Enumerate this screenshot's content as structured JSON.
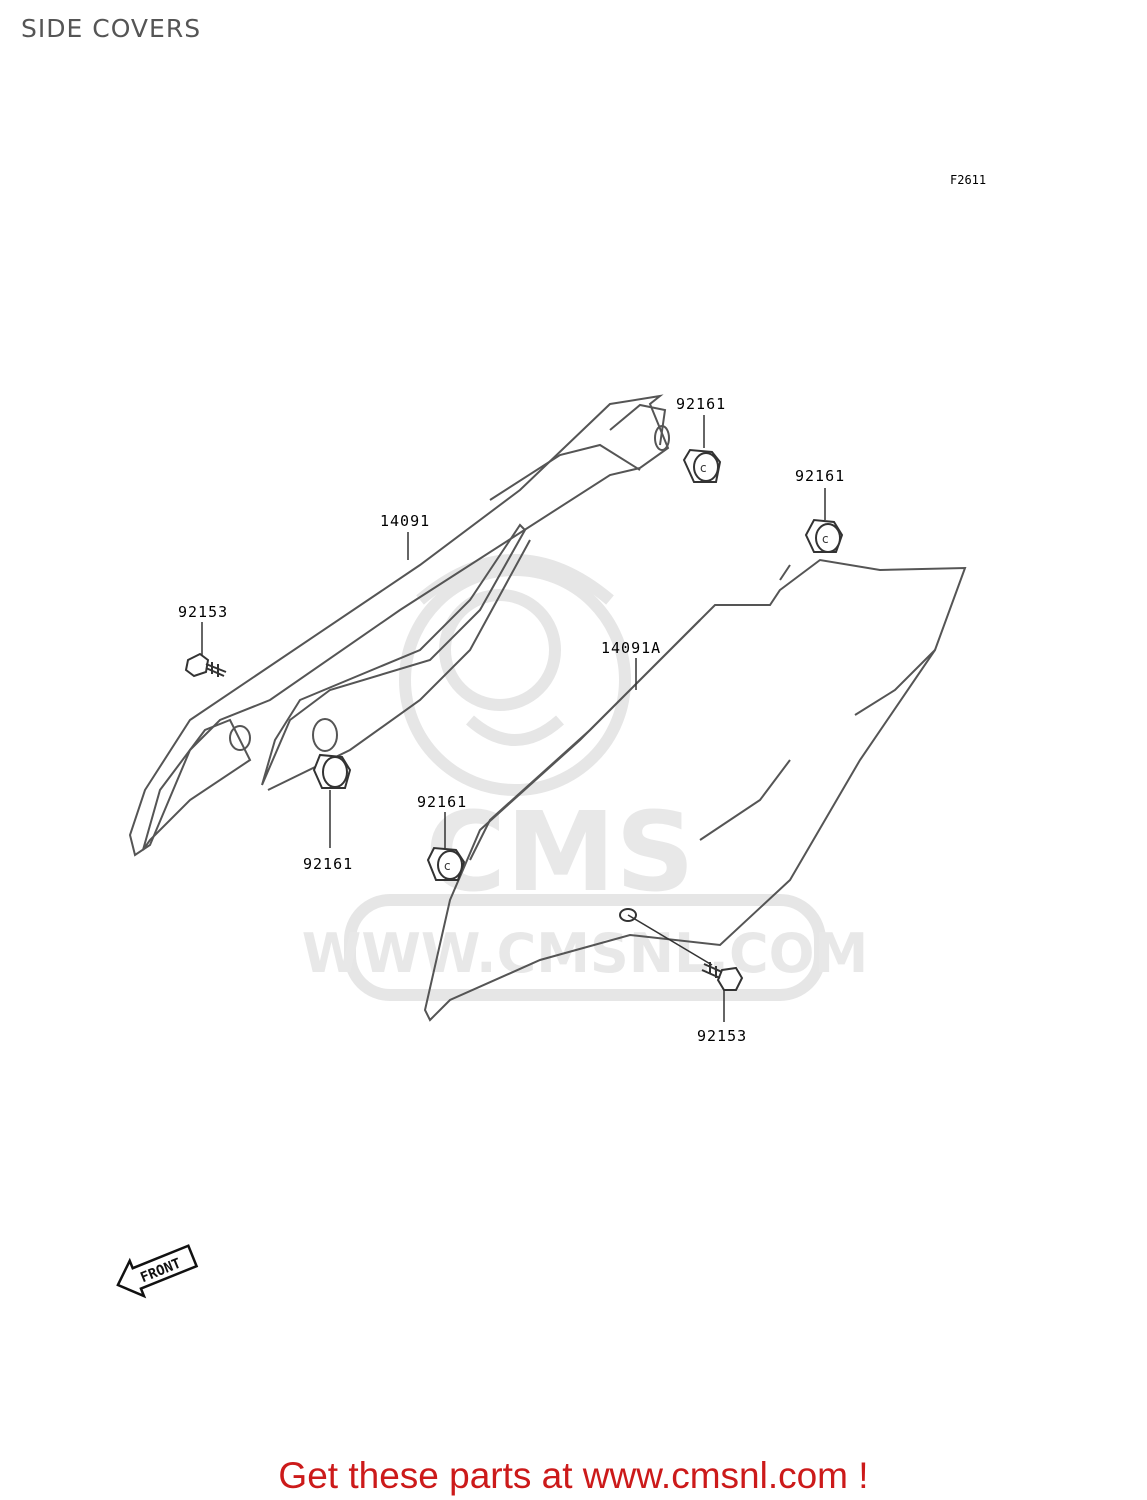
{
  "title": "SIDE COVERS",
  "figure_code": "F2611",
  "labels": {
    "cover_left": "14091",
    "cover_right": "14091A",
    "grommet_top_left": "92161",
    "grommet_top_right": "92161",
    "grommet_bottom_left": "92161",
    "grommet_bottom_mid": "92161",
    "bolt_left": "92153",
    "bolt_right": "92153"
  },
  "front_arrow": "FRONT",
  "watermark": {
    "brand": "CMS",
    "url": "WWW.CMSNL.COM"
  },
  "footer": "Get these parts at www.cmsnl.com !",
  "colors": {
    "footer_red": "#cc1a1a",
    "line": "#555555",
    "watermark": "#e8e8e8"
  }
}
